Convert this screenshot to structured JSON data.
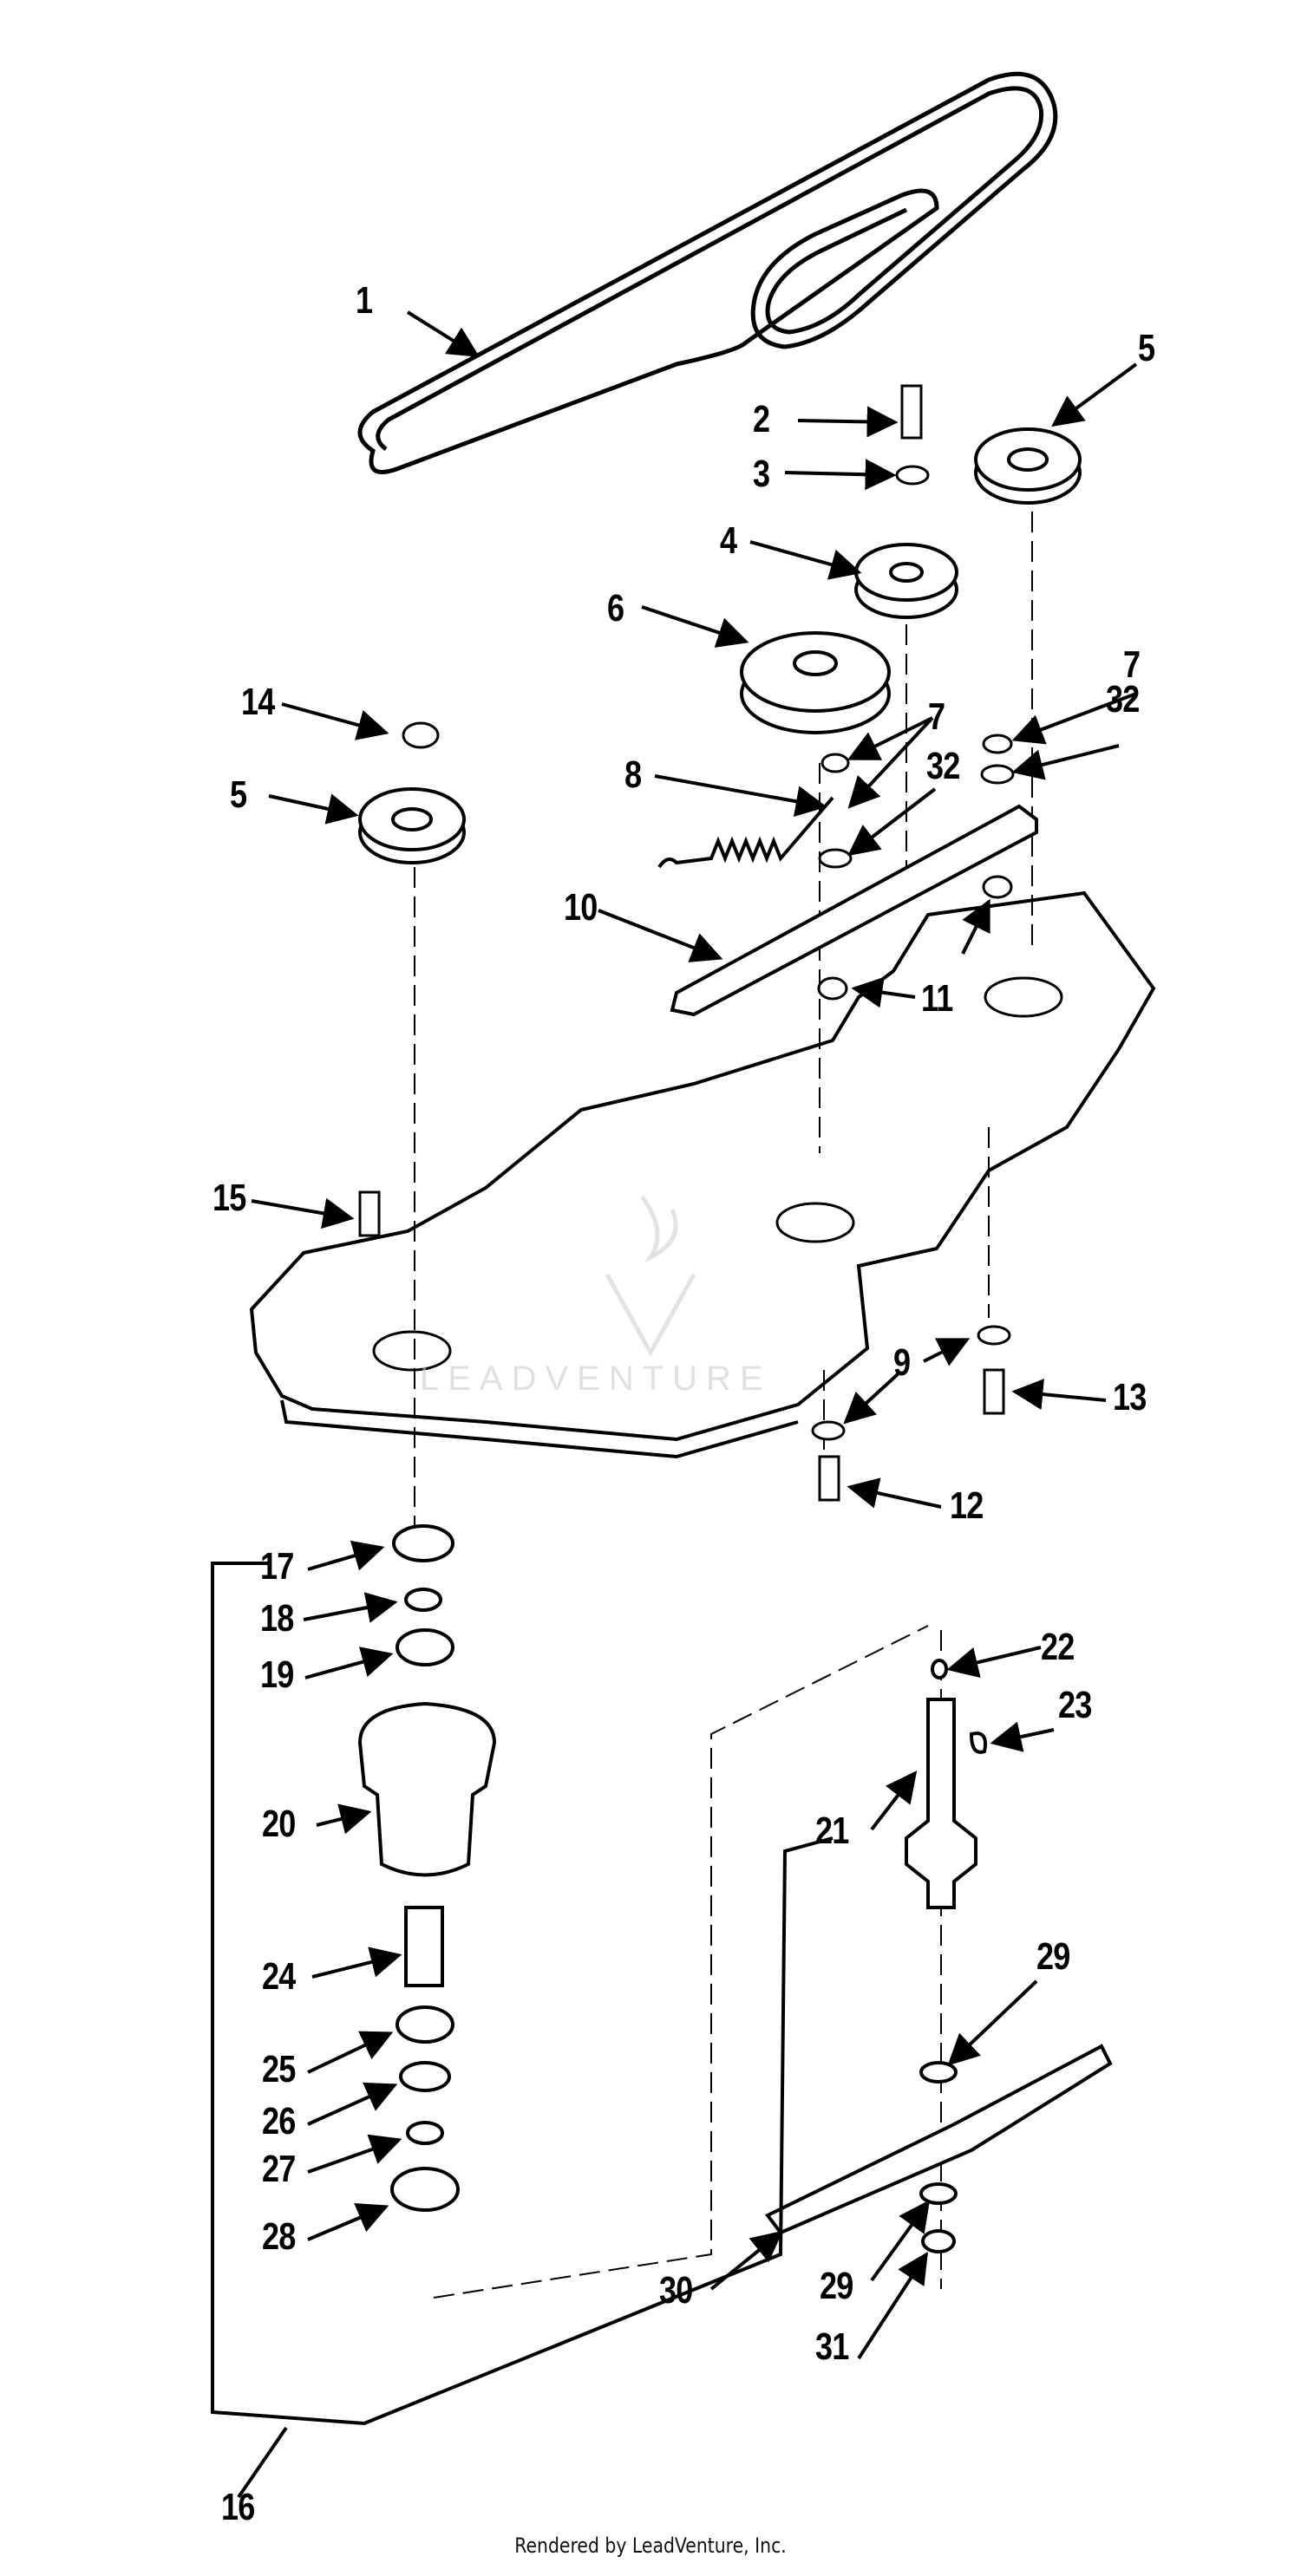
{
  "footer": "Rendered by LeadVenture, Inc.",
  "watermark": {
    "text": "LEADVENTURE",
    "icon": "flame-v-logo"
  },
  "callouts": [
    "1",
    "2",
    "3",
    "4",
    "5",
    "6",
    "7",
    "8",
    "10",
    "11",
    "12",
    "13",
    "14",
    "15",
    "16",
    "17",
    "18",
    "19",
    "20",
    "21",
    "22",
    "23",
    "24",
    "25",
    "26",
    "27",
    "28",
    "29",
    "30",
    "31",
    "32",
    "9"
  ],
  "labels": {
    "c1": "1",
    "c2": "2",
    "c3": "3",
    "c4": "4",
    "c5a": "5",
    "c5b": "5",
    "c6": "6",
    "c7a": "7",
    "c7b": "7",
    "c8": "8",
    "c9": "9",
    "c10": "10",
    "c11": "11",
    "c12": "12",
    "c13": "13",
    "c14": "14",
    "c15": "15",
    "c16": "16",
    "c17": "17",
    "c18": "18",
    "c19": "19",
    "c20": "20",
    "c21": "21",
    "c22": "22",
    "c23": "23",
    "c24": "24",
    "c25": "25",
    "c26": "26",
    "c27": "27",
    "c28": "28",
    "c29a": "29",
    "c29b": "29",
    "c30": "30",
    "c31": "31",
    "c32a": "32",
    "c32b": "32"
  }
}
